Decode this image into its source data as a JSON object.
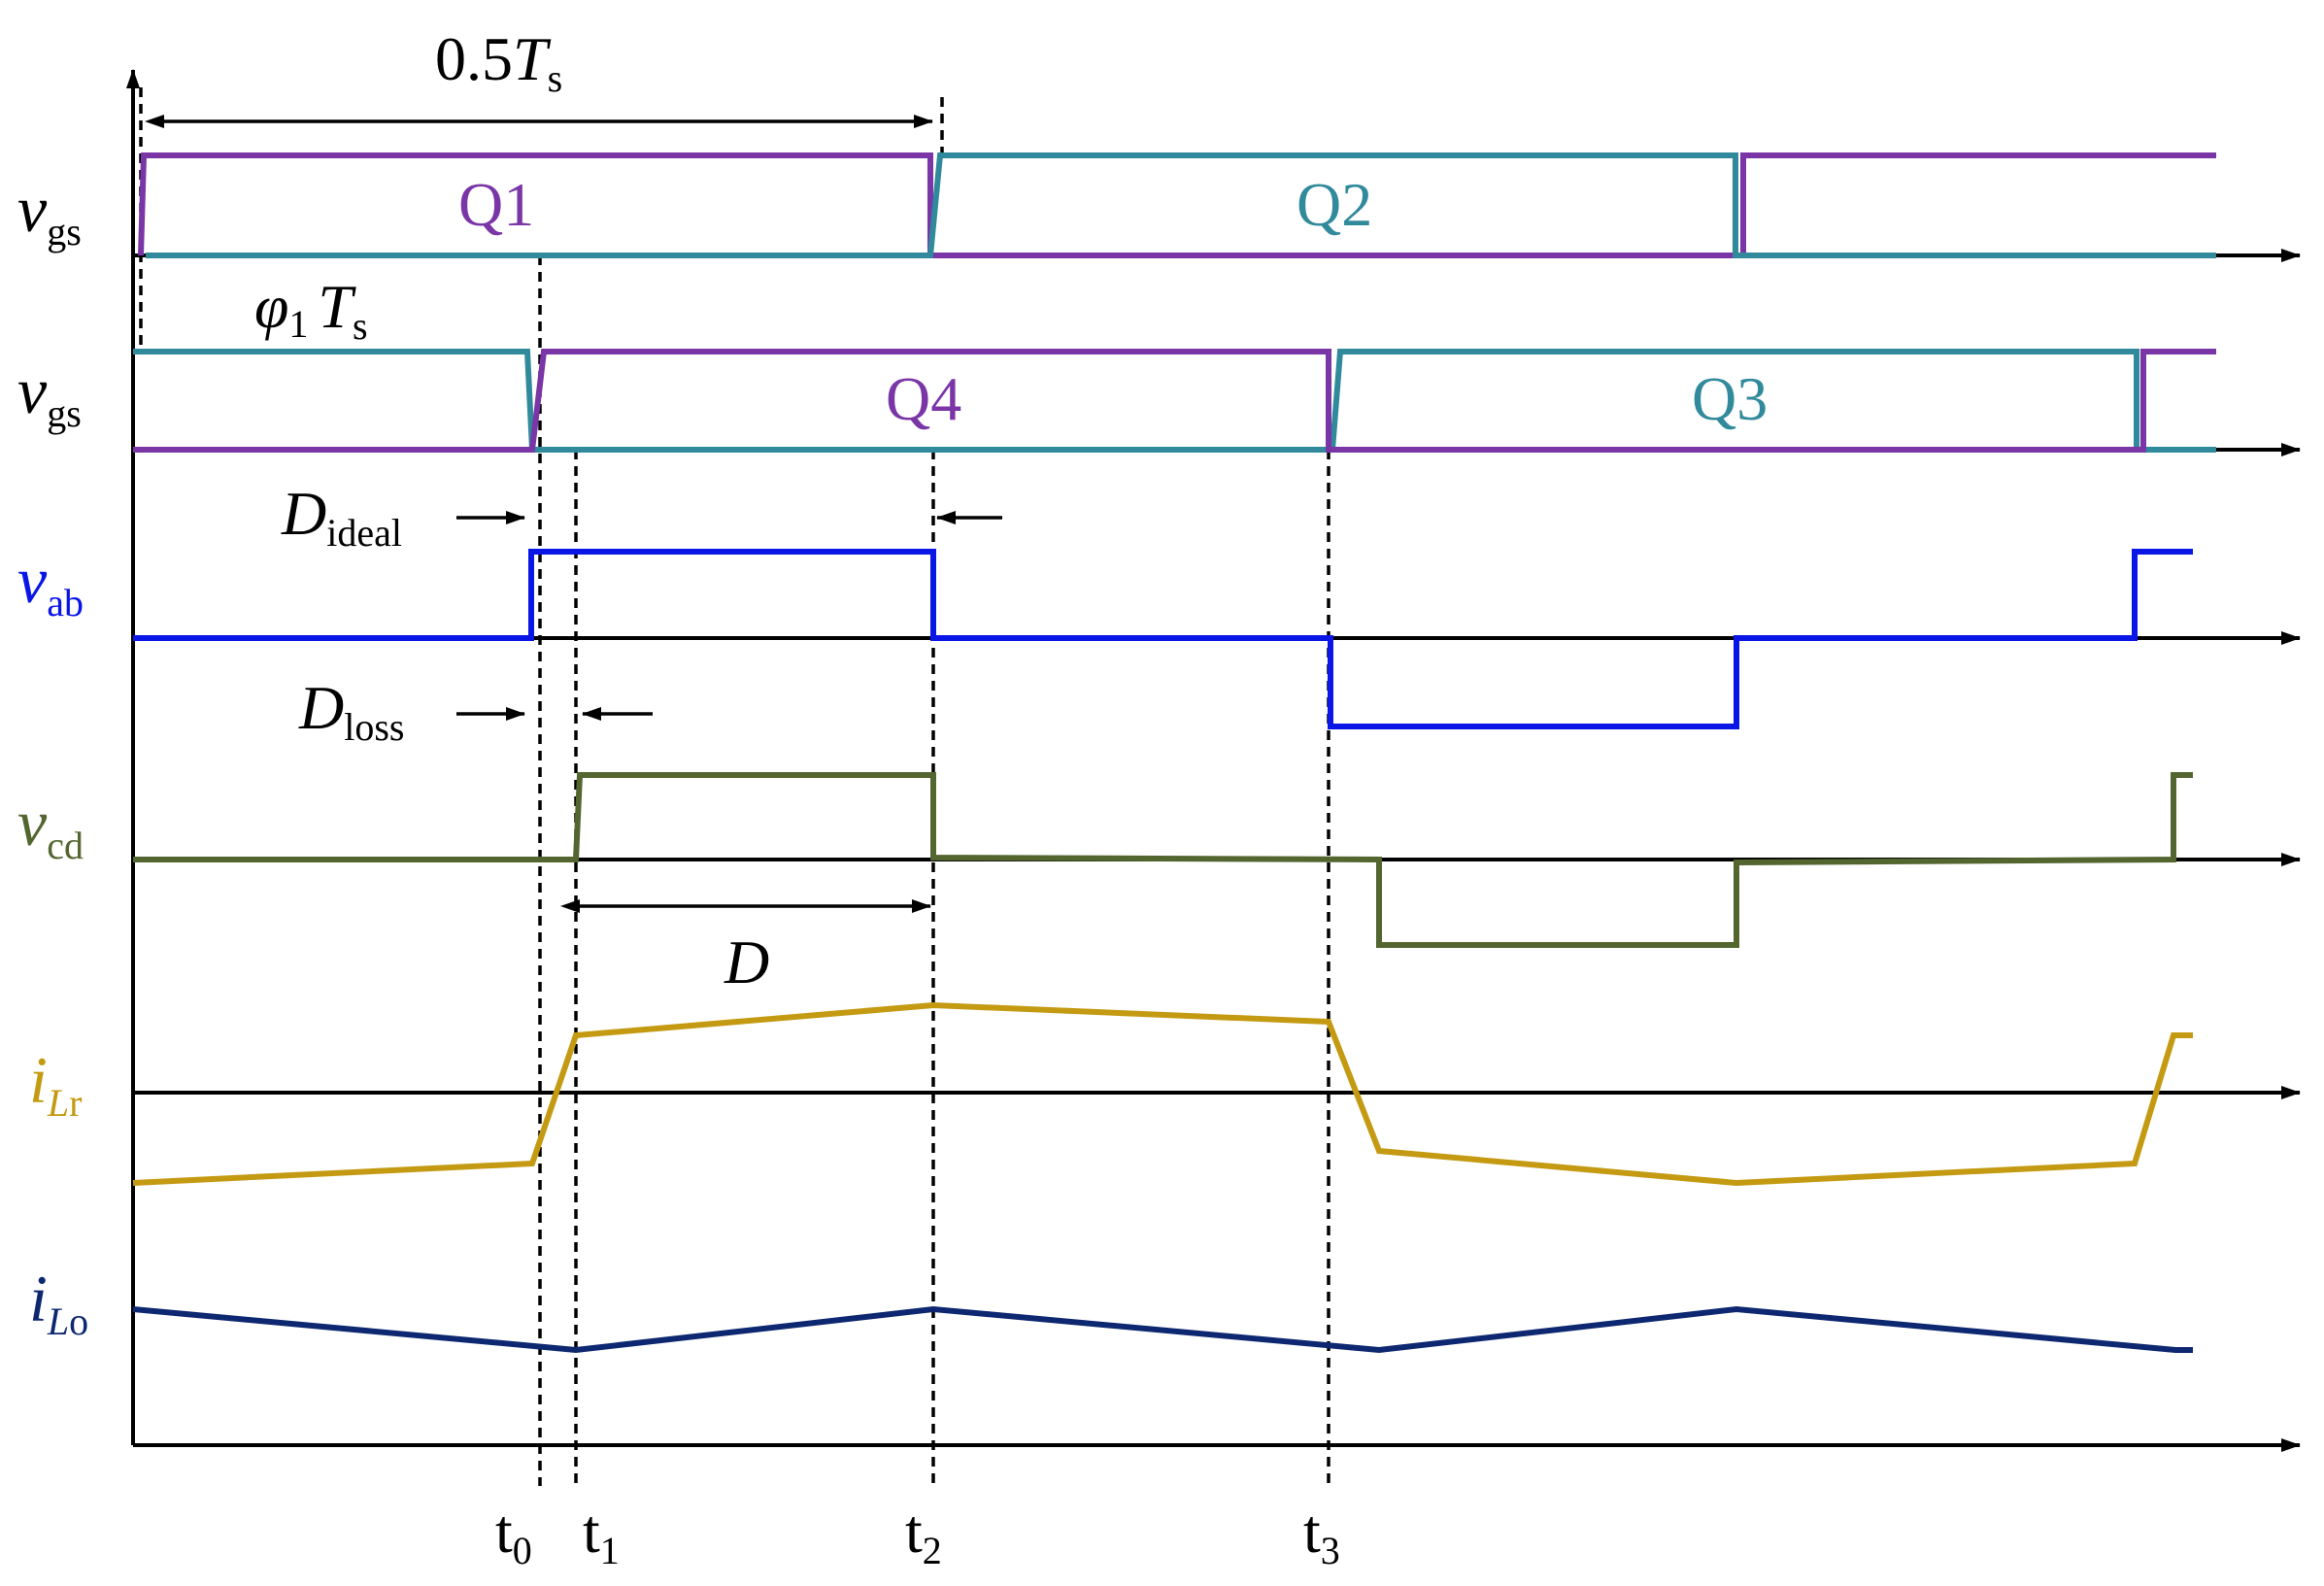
{
  "colors": {
    "purple": "#7a35a6",
    "teal": "#318a9b",
    "blue": "#0a16e6",
    "olive": "#546630",
    "gold": "#c49a12",
    "navy": "#0d2870",
    "axis": "#000000"
  },
  "rows": {
    "vgs1": {
      "main": "v",
      "sub": "gs",
      "color": "#000000"
    },
    "vgs2": {
      "main": "v",
      "sub": "gs",
      "color": "#000000"
    },
    "vab": {
      "main": "v",
      "sub": "ab",
      "color": "#0a16e6"
    },
    "vcd": {
      "main": "v",
      "sub": "cd",
      "color": "#546630"
    },
    "iLr": {
      "main": "i",
      "sub_italic": "L",
      "sub": "r",
      "color": "#c49a12"
    },
    "iLo": {
      "main": "i",
      "sub_italic": "L",
      "sub": "o",
      "color": "#0d2870"
    }
  },
  "switches": {
    "q1": "Q1",
    "q2": "Q2",
    "q3": "Q3",
    "q4": "Q4"
  },
  "annotations": {
    "half_period": {
      "coef": "0.5",
      "main": "T",
      "sub": "s"
    },
    "phase_shift": {
      "phi": "φ",
      "phi_sub": "1",
      "main": "T",
      "sub": "s"
    },
    "d_ideal": {
      "main": "D",
      "sub": "ideal"
    },
    "d_loss": {
      "main": "D",
      "sub": "loss"
    },
    "duty": {
      "main": "D"
    }
  },
  "time_markers": [
    {
      "main": "t",
      "sub": "0"
    },
    {
      "main": "t",
      "sub": "1"
    },
    {
      "main": "t",
      "sub": "2"
    },
    {
      "main": "t",
      "sub": "3"
    }
  ]
}
